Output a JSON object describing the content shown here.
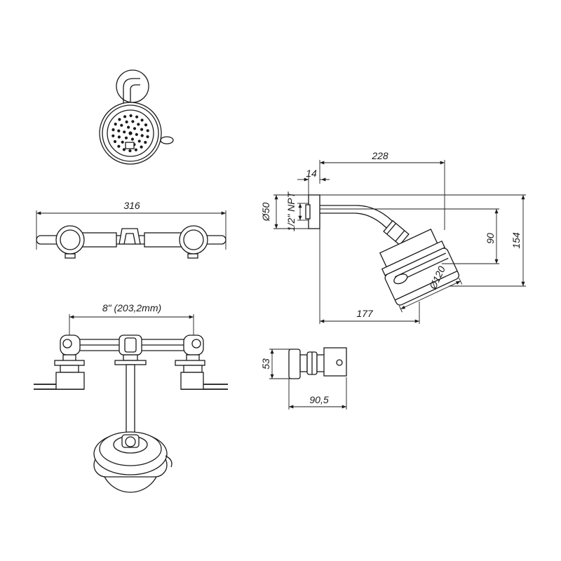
{
  "colors": {
    "line": "#1a1a1a",
    "background": "#ffffff"
  },
  "dimensions": {
    "bar_width": "316",
    "valve_spacing": "8\" (203,2mm)",
    "arm_length": "228",
    "flange_thickness": "14",
    "flange_diameter": "Ø50",
    "thread": "1/2\" NPT",
    "arm_drop": "90",
    "total_height": "154",
    "head_diameter": "Ø120",
    "projection": "177",
    "valve_height": "53",
    "valve_depth": "90,5"
  }
}
